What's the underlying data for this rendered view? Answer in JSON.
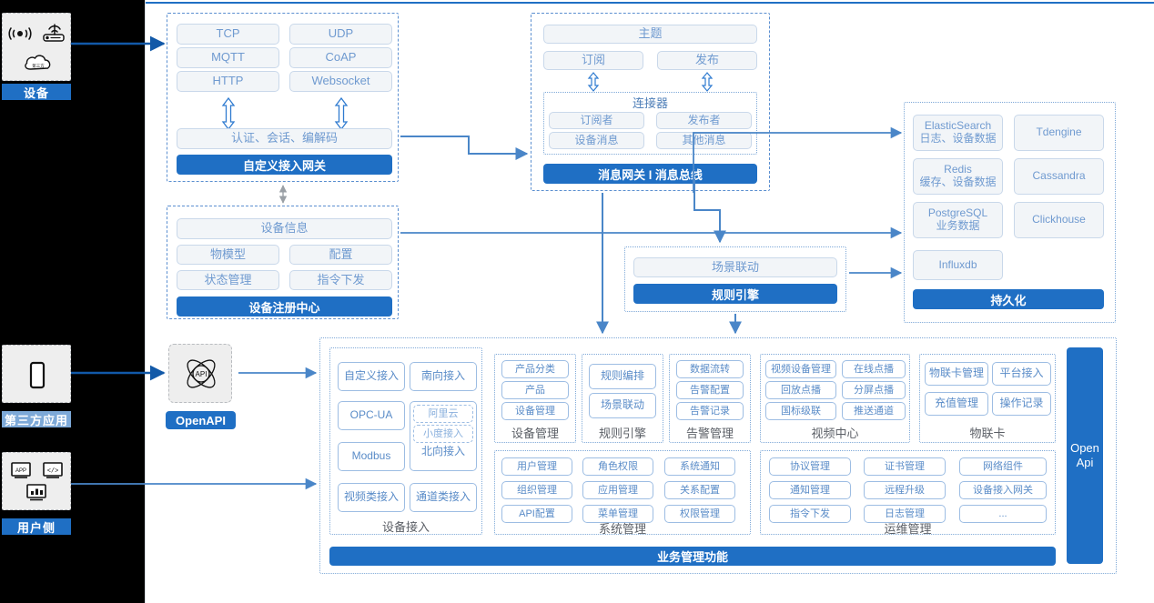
{
  "actors": [
    {
      "label": "设备",
      "icons": [
        "wifi-signal-icon",
        "router-icon",
        "cloud-icon"
      ]
    },
    {
      "label": "第三方应用",
      "icons": [
        "mobile-phone-icon"
      ]
    },
    {
      "label": "用户侧",
      "icons": [
        "app-store-icon",
        "code-window-icon",
        "dashboard-chart-icon"
      ]
    }
  ],
  "gateway": {
    "protocols": [
      "TCP",
      "UDP",
      "MQTT",
      "CoAP",
      "HTTP",
      "Websocket"
    ],
    "middleware": "认证、会话、编解码",
    "title": "自定义接入网关"
  },
  "message_bus": {
    "topic": "主题",
    "subscribe": "订阅",
    "publish": "发布",
    "connector_title": "连接器",
    "connector_items": [
      "订阅者",
      "发布者",
      "设备消息",
      "其他消息"
    ],
    "title": "消息网关 l 消息总线"
  },
  "registry": {
    "info": "设备信息",
    "items": [
      "物模型",
      "配置",
      "状态管理",
      "指令下发"
    ],
    "title": "设备注册中心"
  },
  "rules": {
    "scene": "场景联动",
    "title": "规则引擎"
  },
  "persistence": {
    "stores": [
      {
        "name": "ElasticSearch",
        "desc": "日志、设备数据"
      },
      {
        "name": "Tdengine",
        "desc": ""
      },
      {
        "name": "Redis",
        "desc": "缓存、设备数据"
      },
      {
        "name": "Cassandra",
        "desc": ""
      },
      {
        "name": "PostgreSQL",
        "desc": "业务数据"
      },
      {
        "name": "Clickhouse",
        "desc": ""
      },
      {
        "name": "Influxdb",
        "desc": ""
      }
    ],
    "title": "持久化"
  },
  "openapi": {
    "icon": "api-atom-icon",
    "label": "OpenAPI"
  },
  "open_api_bar": {
    "line1": "Open",
    "line2": "Api"
  },
  "business": {
    "footer": "业务管理功能",
    "device_access": {
      "caption": "设备接入",
      "items": [
        "自定义接入",
        "南向接入",
        "OPC-UA",
        "Modbus",
        "视频类接入",
        "通道类接入"
      ],
      "north_sub": [
        "阿里云",
        "小度接入"
      ],
      "north_label": "北向接入"
    },
    "columns_top": [
      {
        "caption": "设备管理",
        "items": [
          "产品分类",
          "产品",
          "设备管理"
        ]
      },
      {
        "caption": "规则引擎",
        "items": [
          "规则编排",
          "场景联动"
        ]
      },
      {
        "caption": "告警管理",
        "items": [
          "数据流转",
          "告警配置",
          "告警记录"
        ]
      },
      {
        "caption": "视频中心",
        "items": [
          "视频设备管理",
          "在线点播",
          "回放点播",
          "分屏点播",
          "国标级联",
          "推送通道"
        ]
      },
      {
        "caption": "物联卡",
        "items": [
          "物联卡管理",
          "平台接入",
          "充值管理",
          "操作记录"
        ]
      }
    ],
    "columns_bottom": [
      {
        "caption": "系统管理",
        "items": [
          "用户管理",
          "角色权限",
          "系统通知",
          "组织管理",
          "应用管理",
          "关系配置",
          "API配置",
          "菜单管理",
          "权限管理"
        ]
      },
      {
        "caption": "运维管理",
        "items": [
          "协议管理",
          "证书管理",
          "网络组件",
          "通知管理",
          "远程升级",
          "设备接入网关",
          "指令下发",
          "日志管理",
          "..."
        ]
      }
    ]
  },
  "colors": {
    "accent": "#1f6fc4",
    "chip_text": "#6f9ad0",
    "chip_bg": "#f2f5f8",
    "chip_border": "#c9d8ea",
    "dashed_group": "#5b8fd0",
    "rail_bg": "#000000"
  }
}
